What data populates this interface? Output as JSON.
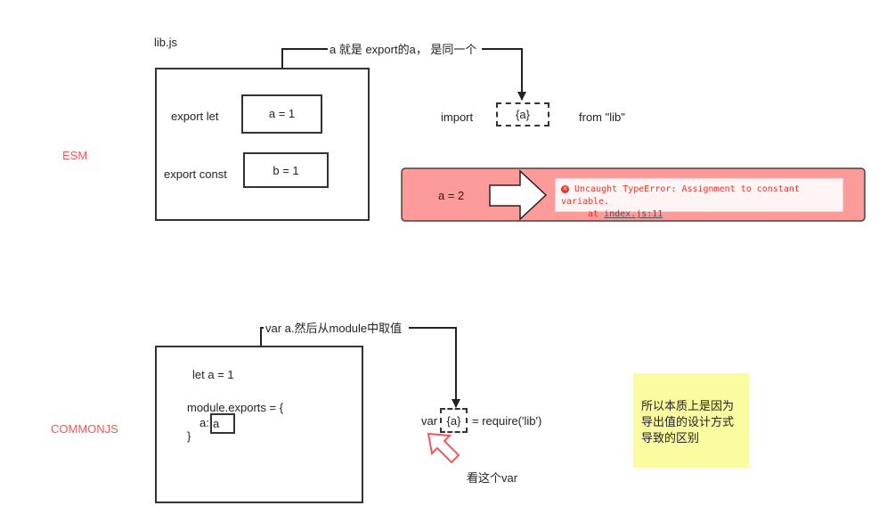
{
  "esm": {
    "section_label": "ESM",
    "file_label": "lib.js",
    "export_let": "export let",
    "let_value": "a = 1",
    "export_const": "export const",
    "const_value": "b = 1",
    "callout": "a 就是 export的a，  是同一个",
    "import_kw": "import",
    "import_binding": "{a}",
    "from_clause": "from \"lib\"",
    "assign": "a = 2",
    "error_line1": "Uncaught TypeError: Assignment to constant variable.",
    "error_at": "at",
    "error_link": "index.js:11"
  },
  "commonjs": {
    "section_label": "COMMONJS",
    "let_line": "let a = 1",
    "exports_line": "module.exports = {",
    "prop_key": "a:",
    "prop_val": "a",
    "close_brace": "}",
    "callout": "var a.然后从module中取值",
    "var_kw": "var",
    "binding": "{a}",
    "require_clause": "= require('lib')",
    "look_note": "看这个var"
  },
  "sticky_note": {
    "line1": "所以本质上是因为",
    "line2": "导出值的设计方式",
    "line3": "导致的区别"
  },
  "colors": {
    "section_label": "#f2565a",
    "error_banner_fill": "#fd9a9a",
    "error_text": "#e0362d",
    "sticky_note": "#fbfba0",
    "pointer_arrow": "#f2565a"
  }
}
